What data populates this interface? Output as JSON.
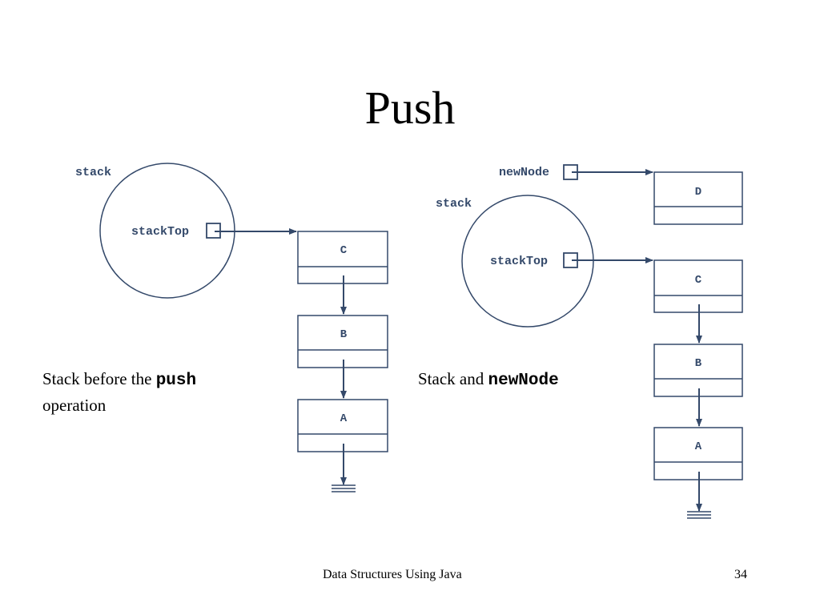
{
  "slide": {
    "title": "Push",
    "footer_text": "Data Structures Using Java",
    "page_number": "34"
  },
  "colors": {
    "diagram_stroke": "#34496a",
    "background": "#ffffff",
    "text": "#000000"
  },
  "left_diagram": {
    "circle_label": "stack",
    "pointer_label": "stackTop",
    "nodes": [
      "C",
      "B",
      "A"
    ]
  },
  "right_diagram": {
    "new_node_label": "newNode",
    "new_node_value": "D",
    "circle_label": "stack",
    "pointer_label": "stackTop",
    "nodes": [
      "C",
      "B",
      "A"
    ]
  },
  "captions": {
    "left_prefix": "Stack before the ",
    "left_code": "push",
    "left_suffix": "operation",
    "right_prefix": "Stack and ",
    "right_code": "newNode"
  }
}
